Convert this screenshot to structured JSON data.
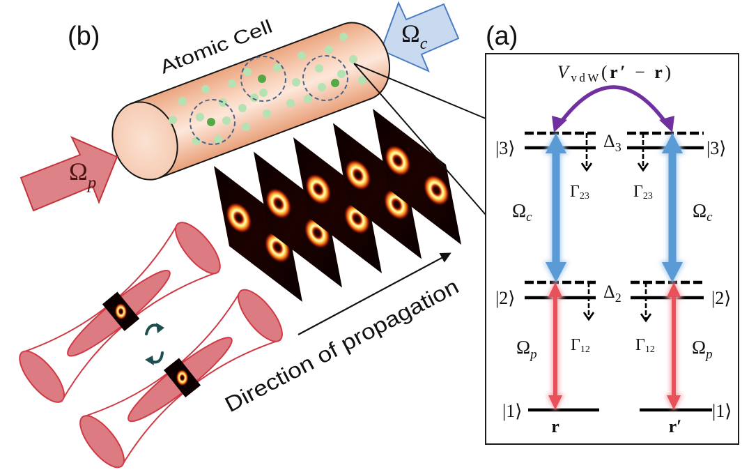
{
  "panel_b": {
    "label": "(b)",
    "atomic_cell_label": "Atomic Cell",
    "probe_beam": {
      "symbol": "Ω",
      "subscript": "p"
    },
    "control_beam": {
      "symbol": "Ω",
      "subscript": "c"
    },
    "propagation_label": "Direction of propagation"
  },
  "panel_a": {
    "label": "(a)",
    "interaction": {
      "symbol": "V",
      "subscript": "vdW",
      "open": "(",
      "r_prime": "r′",
      "minus": " − ",
      "r": "r",
      "close": ")"
    },
    "detuning_3": {
      "symbol": "Δ",
      "subscript": "3"
    },
    "detuning_2": {
      "symbol": "Δ",
      "subscript": "2"
    },
    "left_atom": {
      "state_3": "|3⟩",
      "state_2": "|2⟩",
      "state_1": "|1⟩",
      "control": {
        "symbol": "Ω",
        "subscript": "c"
      },
      "probe": {
        "symbol": "Ω",
        "subscript": "p"
      },
      "decay_23": {
        "symbol": "Γ",
        "subscript": "23"
      },
      "decay_12": {
        "symbol": "Γ",
        "subscript": "12"
      },
      "position": "r"
    },
    "right_atom": {
      "state_3": "|3⟩",
      "state_2": "|2⟩",
      "state_1": "|1⟩",
      "control": {
        "symbol": "Ω",
        "subscript": "c"
      },
      "probe": {
        "symbol": "Ω",
        "subscript": "p"
      },
      "decay_23": {
        "symbol": "Γ",
        "subscript": "23"
      },
      "decay_12": {
        "symbol": "Γ",
        "subscript": "12"
      },
      "position": "r′"
    }
  },
  "colors": {
    "control": "#5b9bd5",
    "control-glow": "#a9cdef",
    "control-arrow-fill": "#c9d9ef",
    "control-arrow-stroke": "#4a7cc4",
    "probe": "#e8505a",
    "probe-glow": "#f5a9ad",
    "probe-arrow-fill": "#dd8287",
    "probe-arrow-stroke": "#c4343c",
    "interaction": "#7030a0",
    "cell": "#f3c1a4",
    "atom-light": "#b5e2b3",
    "atom-excited": "#55a845",
    "beam-fill": "#dc7b82",
    "beam-stroke": "#d03a44",
    "rotation": "#1e4f50"
  }
}
